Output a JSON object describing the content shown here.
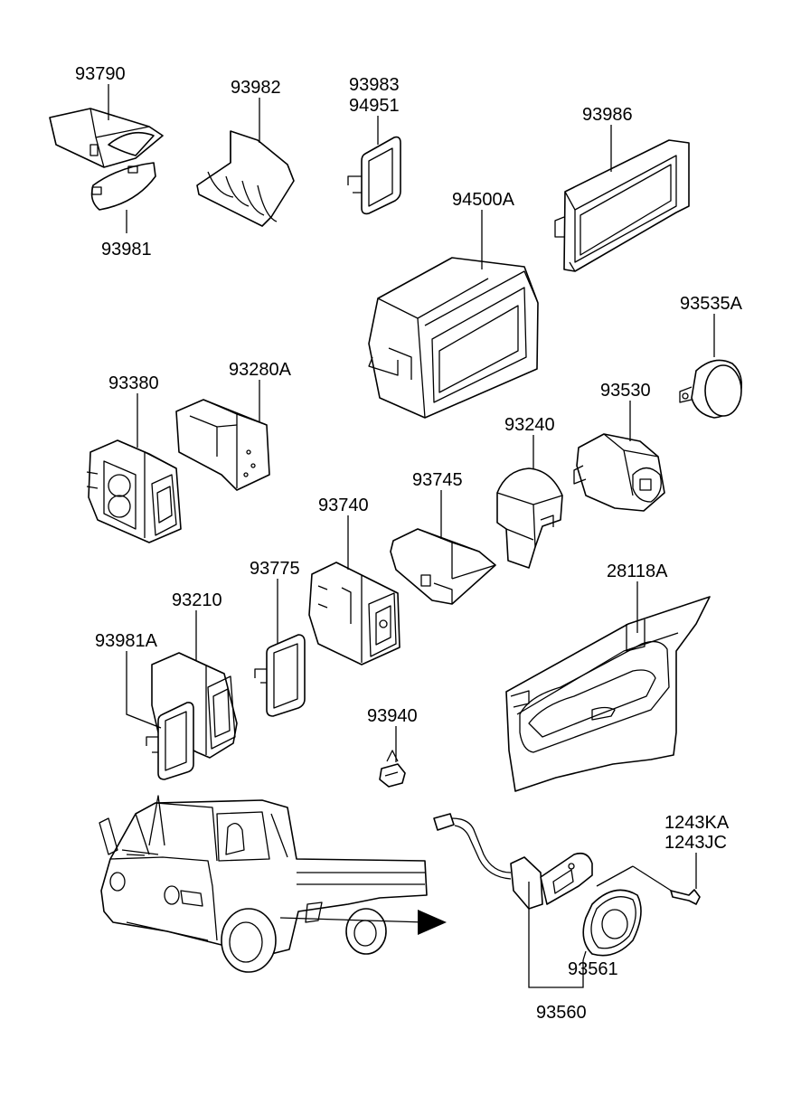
{
  "labels": {
    "p93790": "93790",
    "p93981": "93981",
    "p93982": "93982",
    "p93983": "93983",
    "p94951": "94951",
    "p93986": "93986",
    "p94500A": "94500A",
    "p93535A": "93535A",
    "p93380": "93380",
    "p93280A": "93280A",
    "p93530": "93530",
    "p93240": "93240",
    "p93745": "93745",
    "p93740": "93740",
    "p93775": "93775",
    "p93210": "93210",
    "p93981A": "93981A",
    "p28118A": "28118A",
    "p93940": "93940",
    "p1243KA": "1243KA",
    "p1243JC": "1243JC",
    "p93561": "93561",
    "p93560": "93560"
  },
  "colors": {
    "line": "#000000",
    "background": "#ffffff"
  }
}
